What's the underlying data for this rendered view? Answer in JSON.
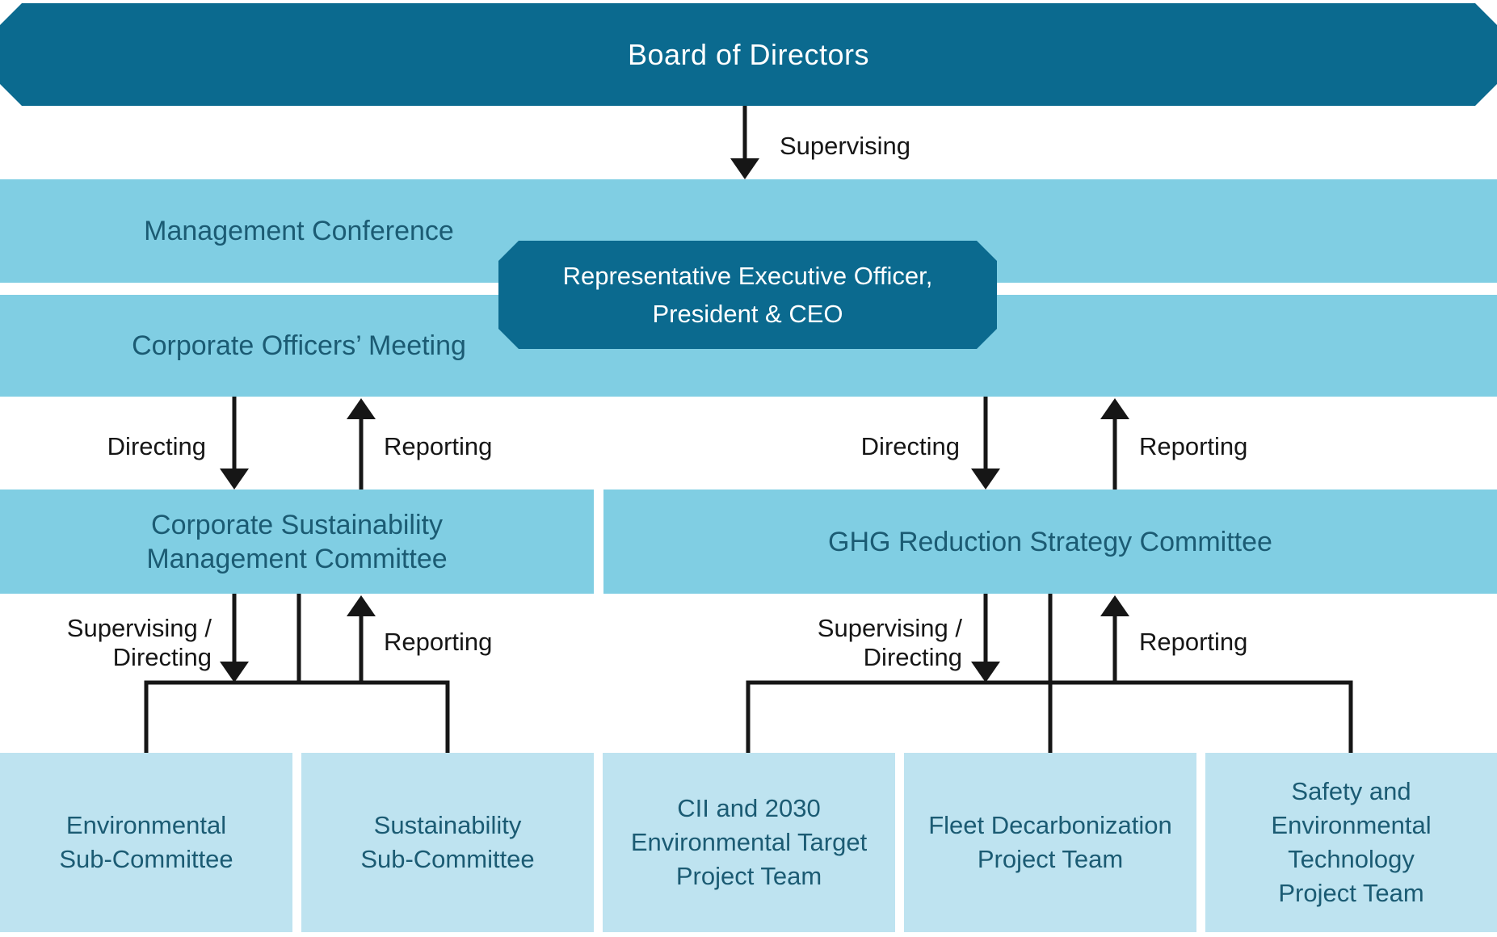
{
  "colors": {
    "dark_teal": "#0b6a8f",
    "band_blue": "#80cee3",
    "light_blue": "#bee3f0",
    "text_teal": "#1b5b73",
    "line_black": "#161616",
    "white": "#ffffff"
  },
  "nodes": {
    "board": {
      "label": "Board of Directors"
    },
    "management_conference": {
      "label": "Management Conference"
    },
    "representative_executive_officer": {
      "lines": [
        "Representative Executive Officer,",
        "President & CEO"
      ]
    },
    "corporate_officers_meeting": {
      "label": "Corporate Officers’ Meeting"
    },
    "sustainability_committee": {
      "lines": [
        "Corporate Sustainability",
        "Management Committee"
      ]
    },
    "ghg_committee": {
      "label": "GHG Reduction Strategy Committee"
    },
    "bottom_row": [
      {
        "lines": [
          "Environmental",
          "Sub-Committee"
        ]
      },
      {
        "lines": [
          "Sustainability",
          "Sub-Committee"
        ]
      },
      {
        "lines": [
          "CII and 2030",
          "Environmental Target",
          "Project Team"
        ]
      },
      {
        "lines": [
          "Fleet Decarbonization",
          "Project Team"
        ]
      },
      {
        "lines": [
          "Safety and",
          "Environmental",
          "Technology",
          "Project Team"
        ]
      }
    ]
  },
  "edge_labels": {
    "supervising": "Supervising",
    "directing": "Directing",
    "reporting": "Reporting",
    "supervising_directing": [
      "Supervising /",
      "Directing"
    ]
  }
}
